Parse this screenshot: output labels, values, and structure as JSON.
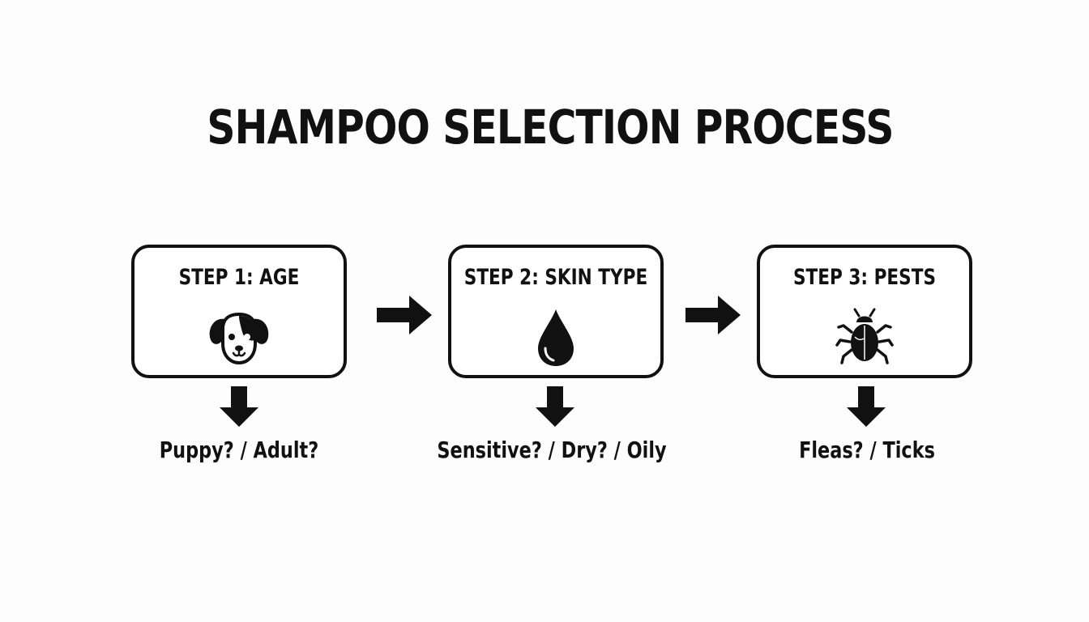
{
  "title": "SHAMPOO SELECTION PROCESS",
  "steps": [
    {
      "label": "STEP 1: AGE",
      "icon": "dog-icon",
      "options": "Puppy? / Adult?"
    },
    {
      "label": "STEP 2: SKIN TYPE",
      "icon": "water-drop-icon",
      "options": "Sensitive? / Dry? / Oily"
    },
    {
      "label": "STEP 3: PESTS",
      "icon": "bug-icon",
      "options": "Fleas? / Ticks"
    }
  ],
  "colors": {
    "ink": "#111111",
    "background": "#fdfdfd",
    "box_fill": "#ffffff"
  }
}
